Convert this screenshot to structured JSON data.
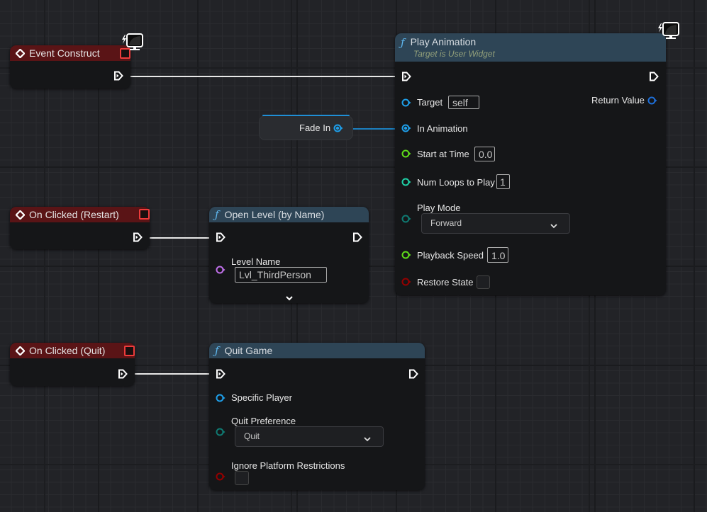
{
  "nodes": {
    "event_construct": {
      "title": "Event Construct",
      "icon": "event-diamond-icon"
    },
    "play_animation": {
      "title": "Play Animation",
      "subtitle": "Target is User Widget",
      "icon": "function-icon",
      "pins": {
        "target": {
          "label": "Target",
          "value": "self"
        },
        "return_value": {
          "label": "Return Value"
        },
        "in_animation": {
          "label": "In Animation"
        },
        "start_at_time": {
          "label": "Start at Time",
          "value": "0.0"
        },
        "num_loops": {
          "label": "Num Loops to Play",
          "value": "1"
        },
        "play_mode": {
          "label": "Play Mode",
          "value": "Forward"
        },
        "playback_speed": {
          "label": "Playback Speed",
          "value": "1.0"
        },
        "restore_state": {
          "label": "Restore State",
          "checked": false
        }
      }
    },
    "fade_in": {
      "label": "Fade In"
    },
    "on_clicked_restart": {
      "title": "On Clicked (Restart)",
      "icon": "event-diamond-icon"
    },
    "open_level": {
      "title": "Open Level (by Name)",
      "icon": "function-icon",
      "pins": {
        "level_name": {
          "label": "Level Name",
          "value": "Lvl_ThirdPerson"
        }
      }
    },
    "on_clicked_quit": {
      "title": "On Clicked (Quit)",
      "icon": "event-diamond-icon"
    },
    "quit_game": {
      "title": "Quit Game",
      "icon": "function-icon",
      "pins": {
        "specific_player": {
          "label": "Specific Player"
        },
        "quit_preference": {
          "label": "Quit Preference",
          "value": "Quit"
        },
        "ignore_platform": {
          "label": "Ignore Platform Restrictions",
          "checked": false
        }
      }
    }
  },
  "colors": {
    "event_header": "#5a1416",
    "function_header": "#2e4556",
    "object_pin": "#1e9ee8",
    "float_pin": "#5fdc1a",
    "int_pin": "#1fd0a6",
    "byte_pin": "#0f7a72",
    "bool_pin": "#940000",
    "name_pin": "#c070ea",
    "delegate": "#ee3b3b"
  }
}
